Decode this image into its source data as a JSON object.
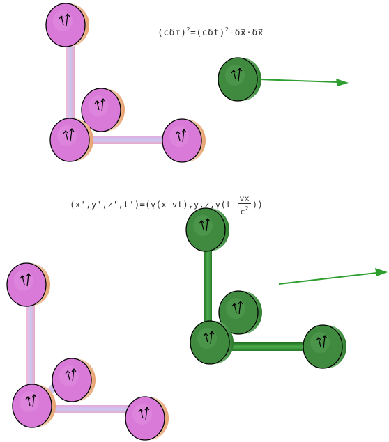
{
  "formulas": {
    "proper_time": {
      "lhs": "(cδτ)",
      "lhs_exp": "2",
      "eq": "=",
      "rhs_term": "(cδt)",
      "rhs_exp": "2",
      "rest": "-δx⃗·δx⃗"
    },
    "lorentz": {
      "lhs": "(x',y',z',t')=(γ(x-vt),y,z,γ(t-",
      "num": "vx",
      "den_base": "c",
      "den_exp": "2",
      "tail": "))"
    }
  },
  "colors": {
    "rest_frame": "#d97ad9",
    "moving_frame": "#3f8a3f",
    "arrow": "#2e9e2e"
  },
  "icons": {
    "clock": "clock-icon",
    "velocity_arrow": "arrow-right-icon"
  }
}
